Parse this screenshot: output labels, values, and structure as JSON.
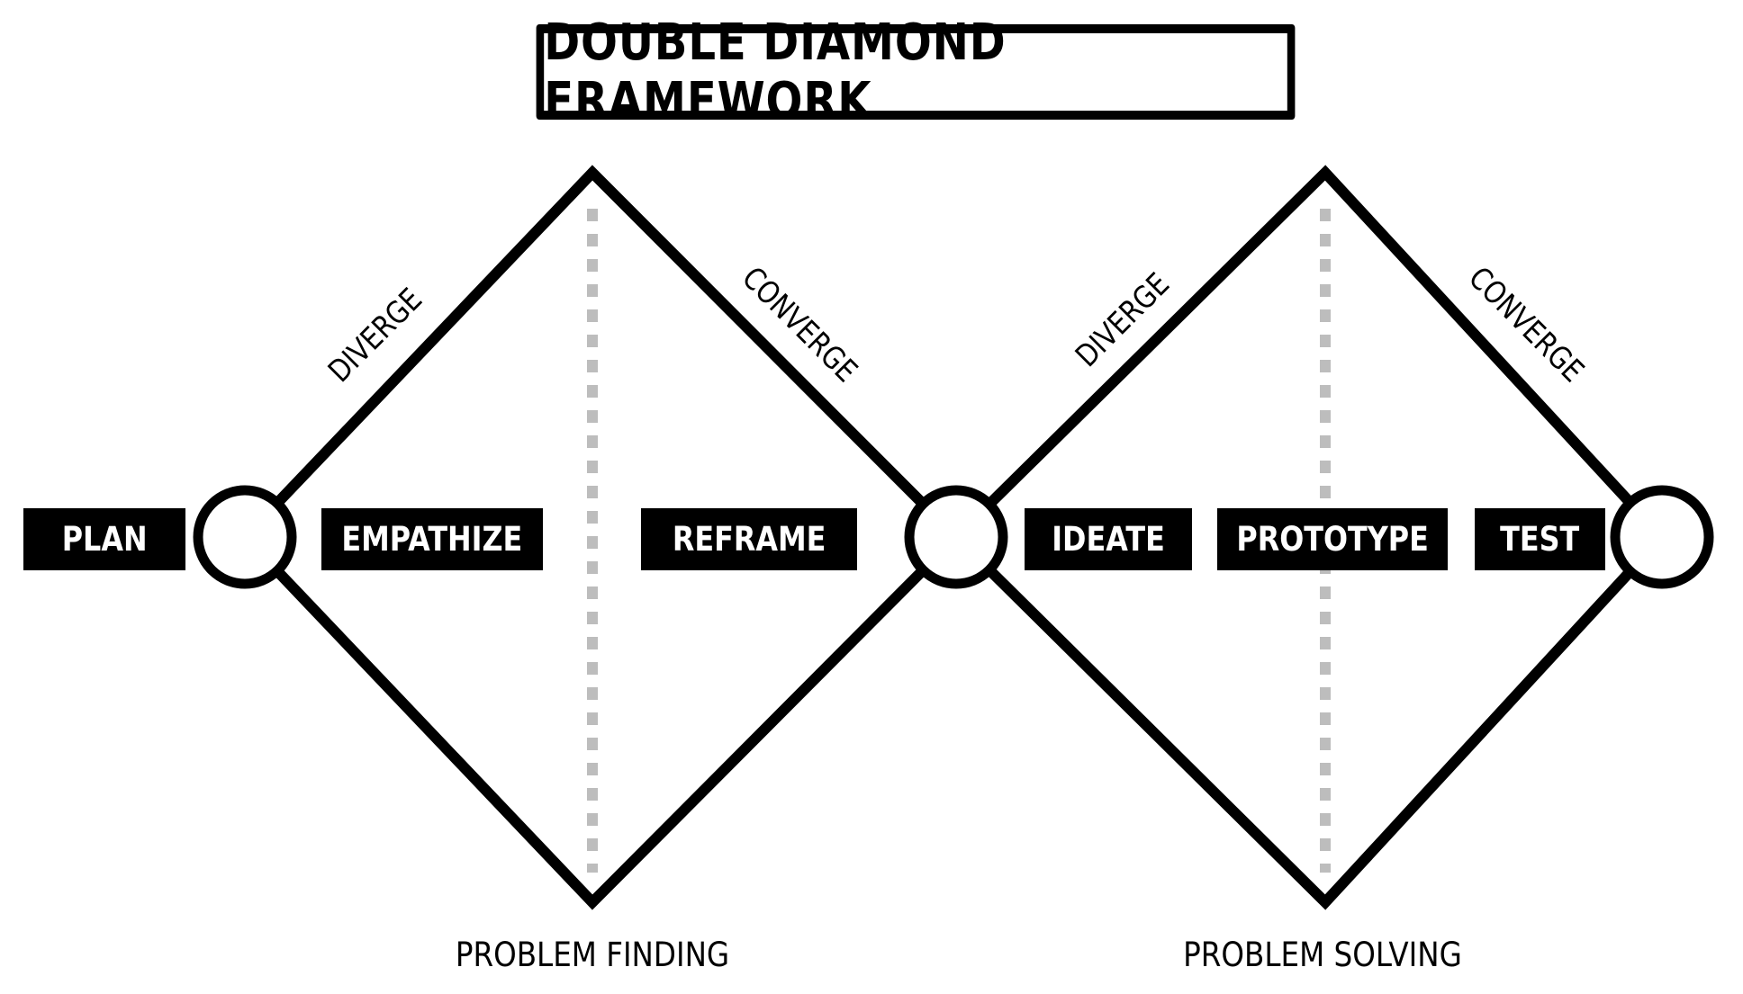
{
  "title": "DOUBLE DIAMOND FRAMEWORK",
  "stages": {
    "plan": "PLAN",
    "empathize": "EMPATHIZE",
    "reframe": "REFRAME",
    "ideate": "IDEATE",
    "prototype": "PROTOTYPE",
    "test": "TEST"
  },
  "edges": {
    "diamond1_diverge": "DIVERGE",
    "diamond1_converge": "CONVERGE",
    "diamond2_diverge": "DIVERGE",
    "diamond2_converge": "CONVERGE"
  },
  "phases": {
    "problem_finding": "PROBLEM FINDING",
    "problem_solving": "PROBLEM SOLVING"
  },
  "colors": {
    "stroke": "#000000",
    "divider": "#bdbdbd",
    "background": "#ffffff"
  }
}
